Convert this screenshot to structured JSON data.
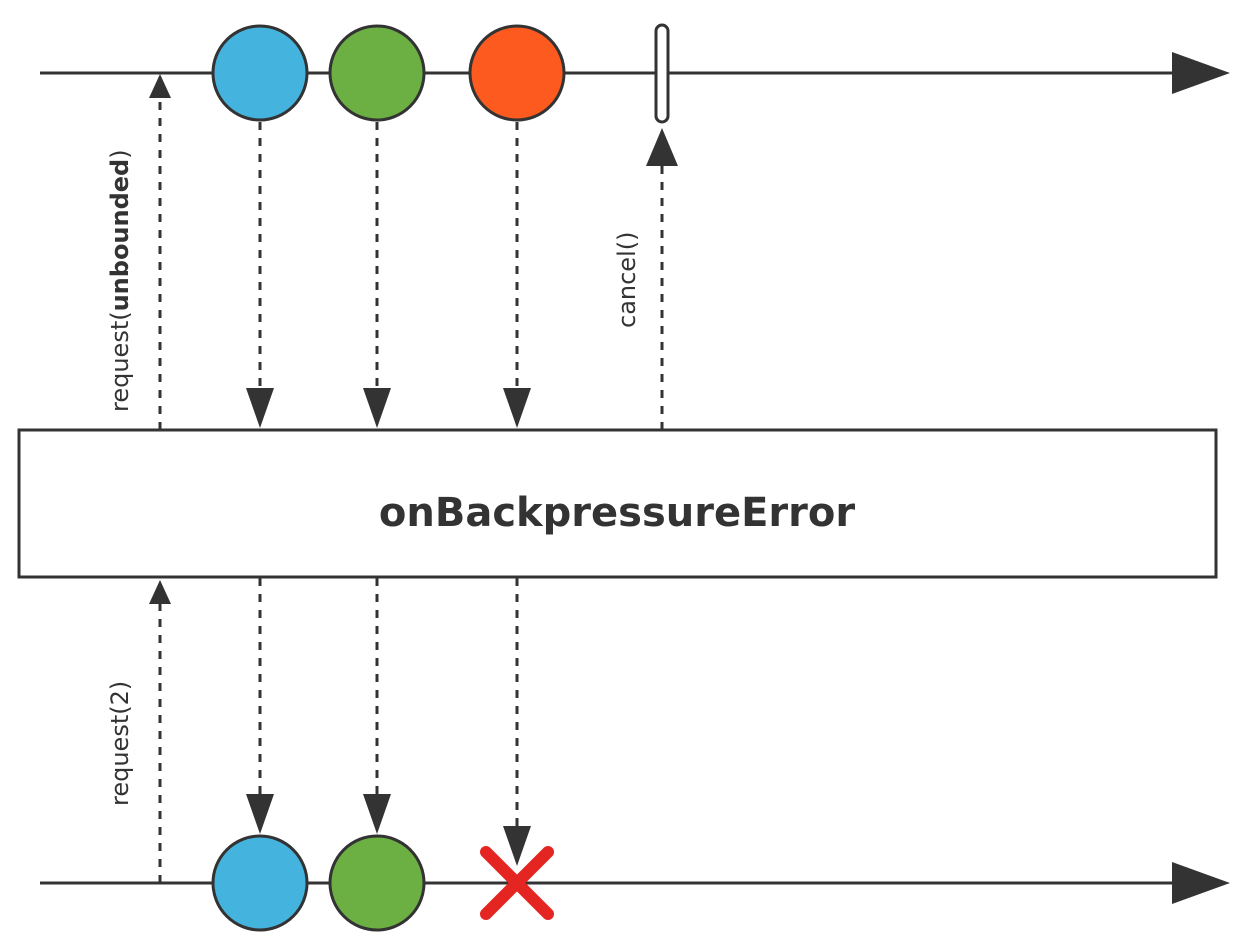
{
  "operator": {
    "name": "onBackpressureError"
  },
  "labels": {
    "request_upstream_prefix": "request(",
    "request_upstream_arg": "unbounded",
    "request_upstream_suffix": ")",
    "request_downstream": "request(2)",
    "cancel": "cancel()"
  },
  "colors": {
    "line": "#333333",
    "marble_blue": "#44b4de",
    "marble_green": "#6cb043",
    "marble_orange": "#fc5a1e",
    "error_x": "#e52521"
  },
  "upstream": {
    "items": [
      {
        "name": "blue-marble",
        "color": "#44b4de"
      },
      {
        "name": "green-marble",
        "color": "#6cb043"
      },
      {
        "name": "orange-marble",
        "color": "#fc5a1e"
      }
    ],
    "terminal": "cancel"
  },
  "downstream": {
    "items": [
      {
        "name": "blue-marble",
        "color": "#44b4de"
      },
      {
        "name": "green-marble",
        "color": "#6cb043"
      }
    ],
    "terminal": "error"
  }
}
